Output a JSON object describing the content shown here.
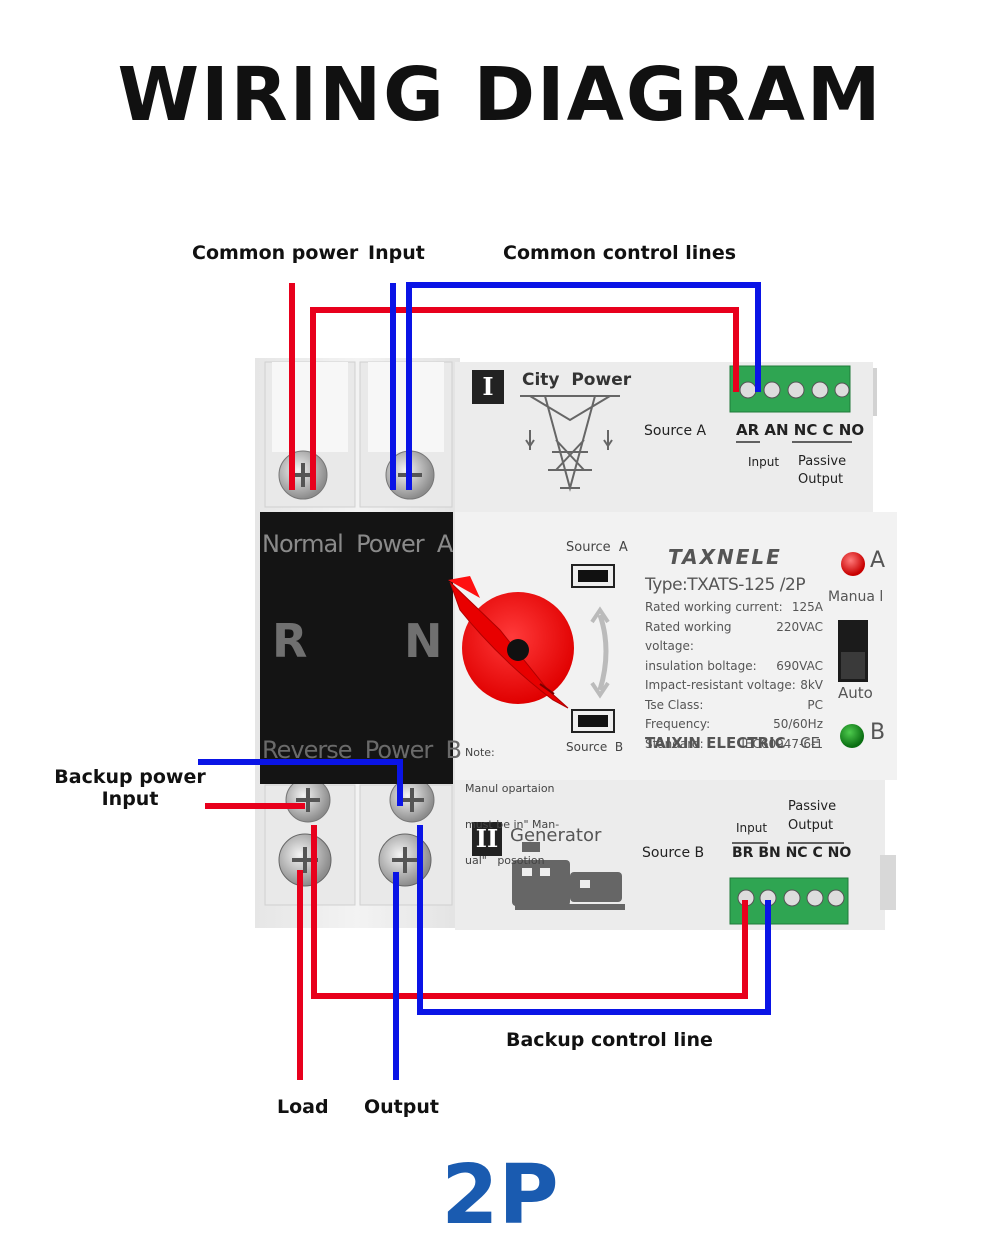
{
  "title": "WIRING DIAGRAM",
  "labels": {
    "common_power": "Common power",
    "input_top": "Input",
    "common_control": "Common control lines",
    "backup_power_1": "Backup power",
    "backup_power_2": "Input",
    "backup_control": "Backup control line",
    "load": "Load",
    "output": "Output"
  },
  "device": {
    "top_section": {
      "numeral": "I",
      "name": "City  Power",
      "source": "Source A",
      "terminals": "AR AN NC C NO",
      "input": "Input",
      "passive": "Passive",
      "output": "Output"
    },
    "bottom_section": {
      "numeral": "II",
      "name": "Generator",
      "source": "Source B",
      "terminals": "BR BN NC C NO",
      "input": "Input",
      "passive": "Passive",
      "output": "Output"
    },
    "black_block": {
      "top_text": "Normal  Power  A",
      "left_letter": "R",
      "right_letter": "N",
      "bottom_text": "Reverse  Power  B"
    },
    "switch": {
      "source_a": "Source  A",
      "source_b": "Source  B",
      "note": [
        "Note:",
        "Manul opartaion",
        "must be in\" Man-",
        "ual\"   posotion"
      ]
    },
    "label_plate": {
      "brand": "TAXNELE",
      "type": "Type:TXATS-125 /2P",
      "specs": [
        {
          "key": "Rated working current:",
          "value": "125A"
        },
        {
          "key": "Rated working voltage:",
          "value": "220VAC"
        },
        {
          "key": "insulation boltage:",
          "value": "690VAC"
        },
        {
          "key": "Impact-resistant voltage:",
          "value": "8kV"
        },
        {
          "key": "Tse  Class:",
          "value": "PC"
        },
        {
          "key": "Frequency:",
          "value": "50/60Hz"
        },
        {
          "key": "Standard:",
          "value": "IEC60947-6-1"
        }
      ],
      "maker": "TAIXIN ELECTRIC",
      "mark": "CE"
    },
    "indicators": {
      "a": "A",
      "b": "B",
      "manual": "Manua l",
      "auto": "Auto"
    }
  },
  "bottom_code": "2P",
  "colors": {
    "red_wire": "#e8001c",
    "blue_wire": "#0a14e6",
    "terminal_green": "#2fa552",
    "black_block": "#141414",
    "code_blue": "#1a5bb0"
  }
}
